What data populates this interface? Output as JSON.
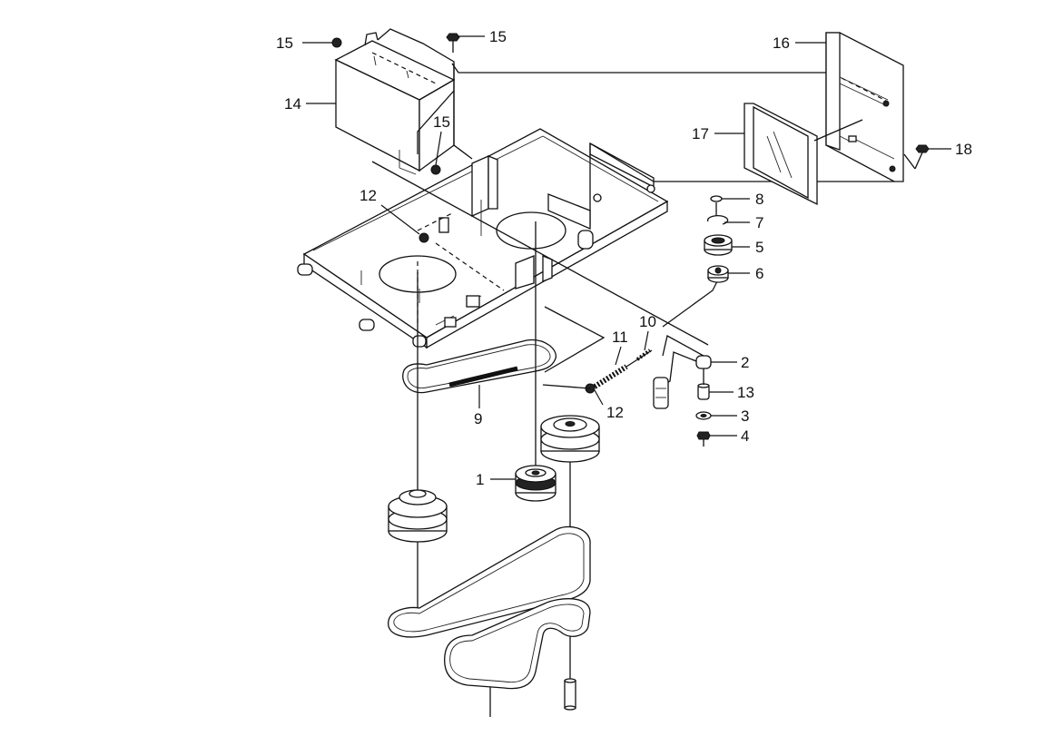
{
  "diagram": {
    "callouts": [
      {
        "id": "c1",
        "label": "1"
      },
      {
        "id": "c2",
        "label": "2"
      },
      {
        "id": "c3",
        "label": "3"
      },
      {
        "id": "c4",
        "label": "4"
      },
      {
        "id": "c5",
        "label": "5"
      },
      {
        "id": "c6",
        "label": "6"
      },
      {
        "id": "c7",
        "label": "7"
      },
      {
        "id": "c8",
        "label": "8"
      },
      {
        "id": "c9",
        "label": "9"
      },
      {
        "id": "c10",
        "label": "10"
      },
      {
        "id": "c11",
        "label": "11"
      },
      {
        "id": "c12a",
        "label": "12"
      },
      {
        "id": "c12b",
        "label": "12"
      },
      {
        "id": "c13",
        "label": "13"
      },
      {
        "id": "c14",
        "label": "14"
      },
      {
        "id": "c15a",
        "label": "15"
      },
      {
        "id": "c15b",
        "label": "15"
      },
      {
        "id": "c15c",
        "label": "15"
      },
      {
        "id": "c16",
        "label": "16"
      },
      {
        "id": "c17",
        "label": "17"
      },
      {
        "id": "c18",
        "label": "18"
      }
    ]
  }
}
